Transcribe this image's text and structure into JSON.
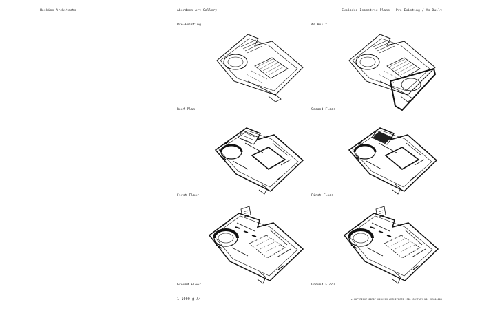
{
  "header": {
    "firm": "Hoskins Architects",
    "project": "Aberdeen Art Gallery",
    "sheet_title": "Exploded Isometric Plans - Pre-Existing / As Built"
  },
  "columns": {
    "left": "Pre-Existing",
    "right": "As Built"
  },
  "plans": {
    "left": [
      "Roof Plan",
      "First Floor",
      "Ground Floor"
    ],
    "right": [
      "Second Floor",
      "First Floor",
      "Ground Floor"
    ]
  },
  "footer": {
    "scale": "1:1000 @ A4",
    "copyright": "(c)COPYRIGHT GORDY HOSKINS ARCHITECTS LTD. COMPANY NO. SC000000"
  }
}
